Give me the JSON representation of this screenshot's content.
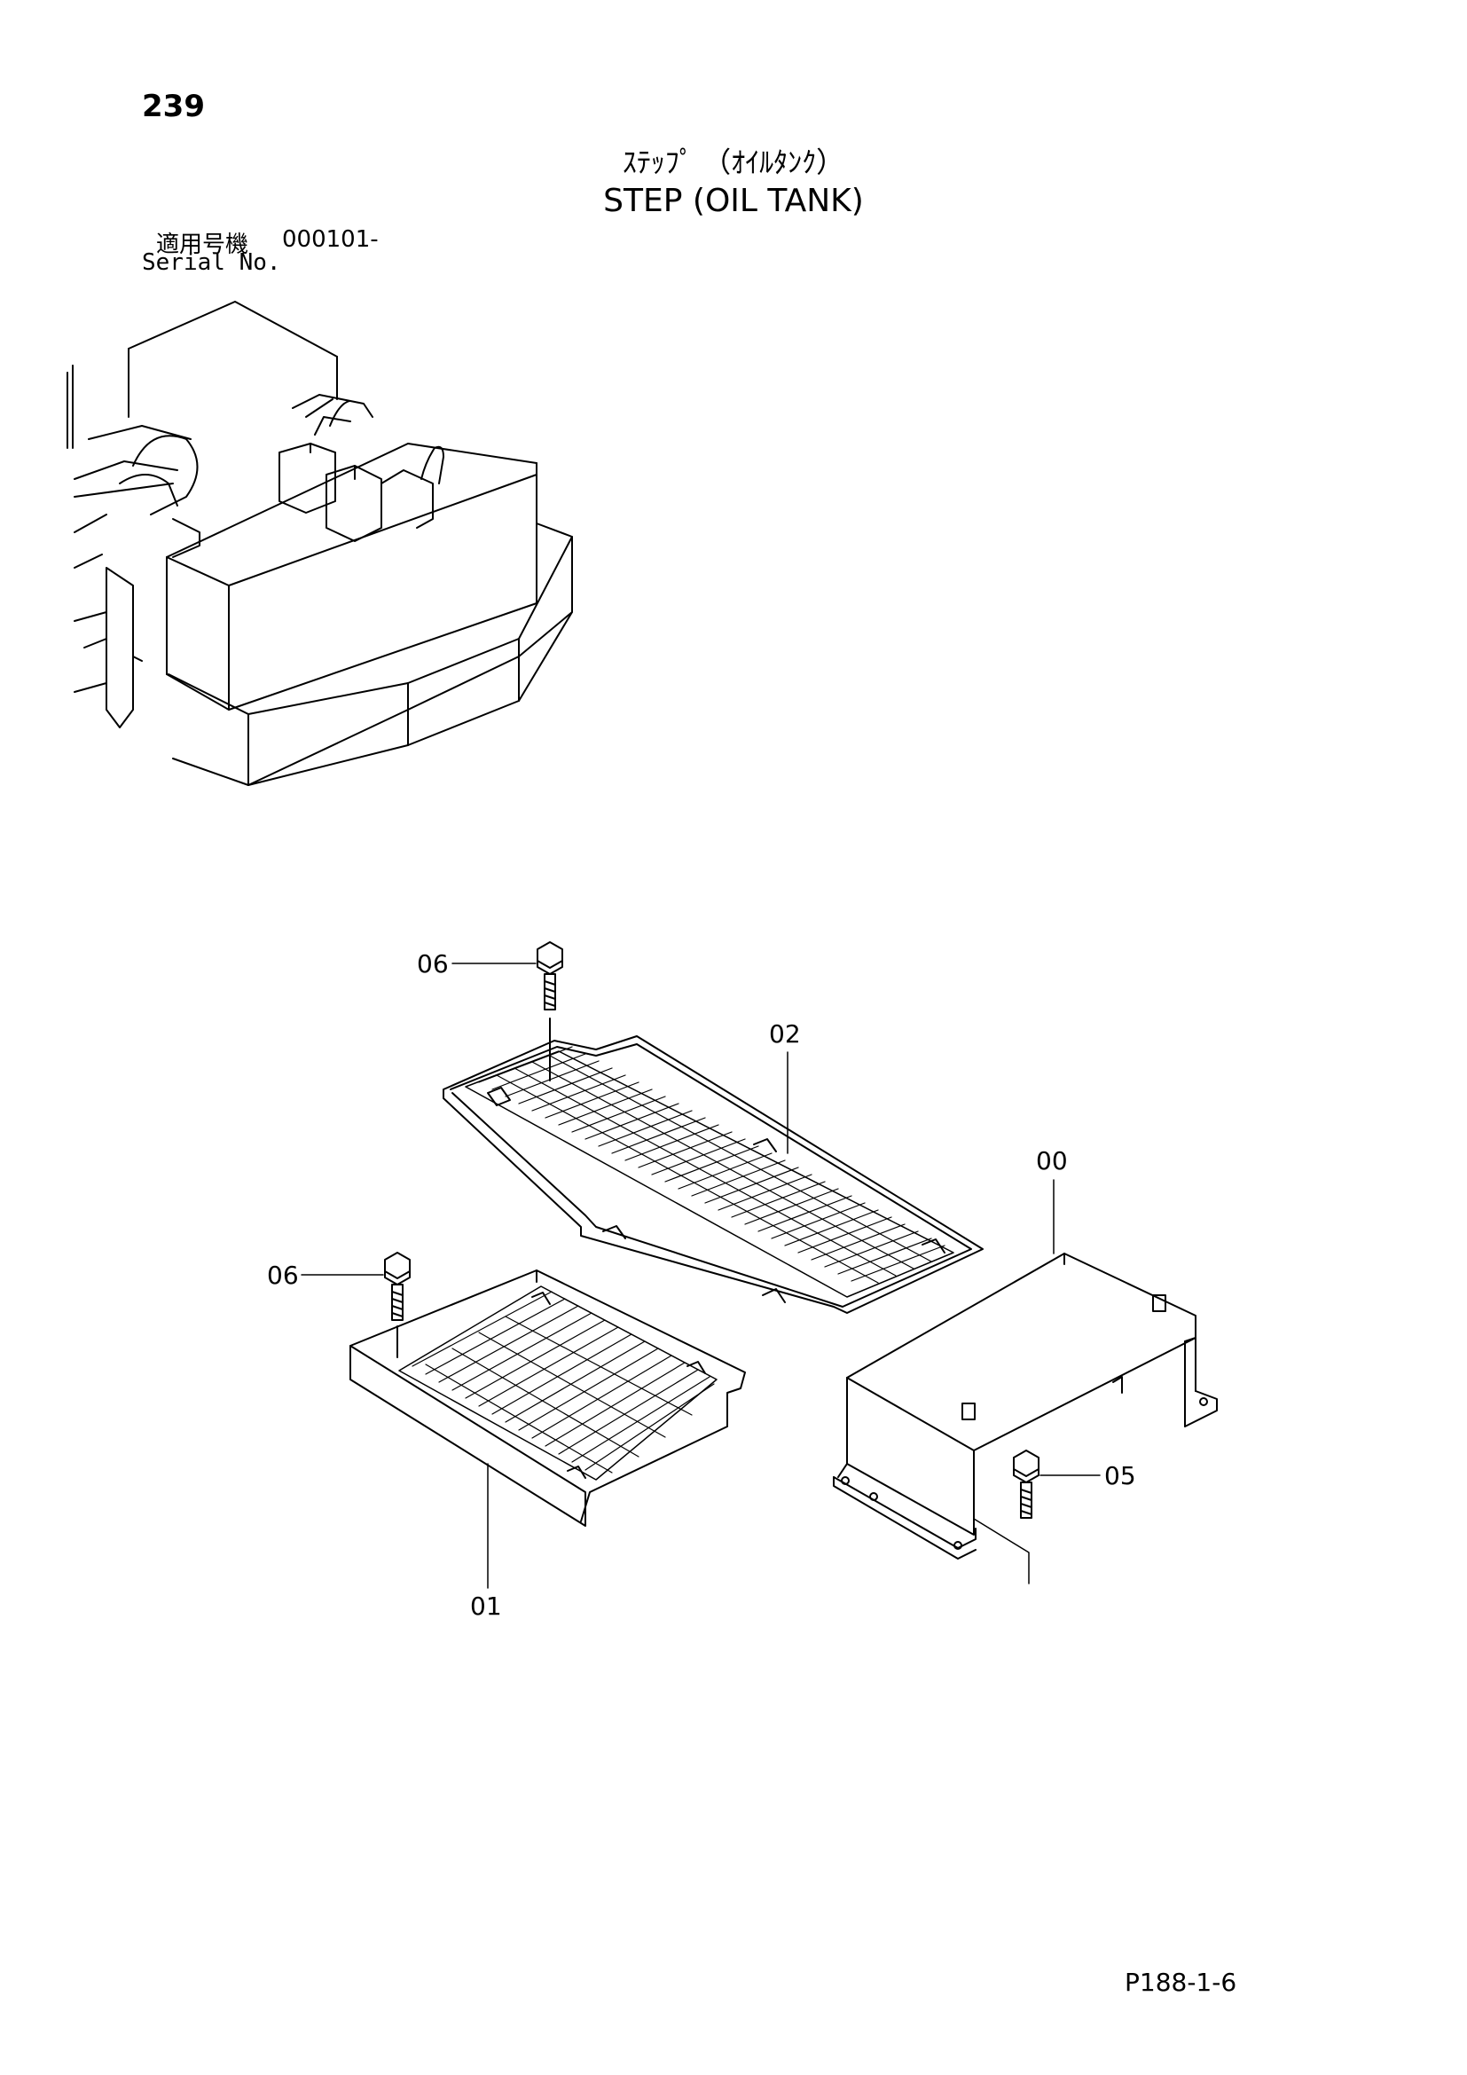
{
  "page": {
    "number": "239",
    "title_jp": "ｽﾃｯﾌﾟ （ｵｲﾙﾀﾝｸ）",
    "title_en": "STEP (OIL TANK)",
    "serial_label_jp": "適用号機",
    "serial_value": "000101-",
    "serial_label_en": "Serial No.",
    "document_code": "P188-1-6"
  },
  "parts": {
    "p00": "00",
    "p01": "01",
    "p02": "02",
    "p05": "05",
    "p06a": "06",
    "p06b": "06"
  }
}
